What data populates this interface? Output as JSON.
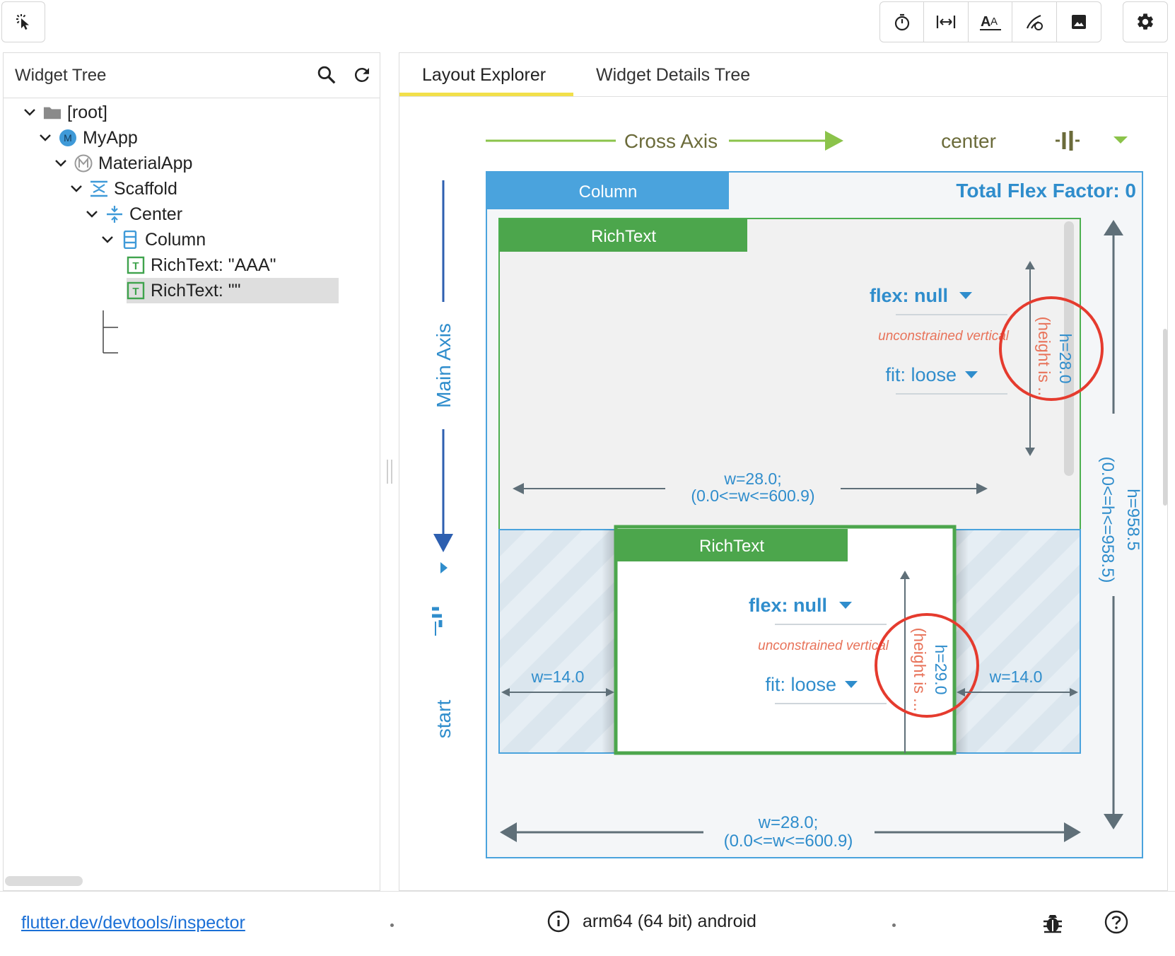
{
  "toolbar": {
    "select_icon": "select-widget-icon",
    "tools": [
      "timer-icon",
      "horizontal-arrows-icon",
      "text-size-icon",
      "repaint-icon",
      "image-icon"
    ],
    "settings_icon": "gear-icon"
  },
  "left": {
    "title": "Widget Tree",
    "tree": [
      {
        "label": "[root]",
        "icon": "folder-icon"
      },
      {
        "label": "MyApp",
        "icon": "m-circle-icon"
      },
      {
        "label": "MaterialApp",
        "icon": "material-app-icon"
      },
      {
        "label": "Scaffold",
        "icon": "scaffold-icon"
      },
      {
        "label": "Center",
        "icon": "center-icon"
      },
      {
        "label": "Column",
        "icon": "column-icon"
      },
      {
        "label": "RichText: \"AAA\"",
        "icon": "text-icon"
      },
      {
        "label": "RichText: \"\"",
        "icon": "text-icon"
      }
    ]
  },
  "tabs": {
    "layout": "Layout Explorer",
    "details": "Widget Details Tree"
  },
  "explorer": {
    "cross_axis_label": "Cross Axis",
    "cross_axis_value": "center",
    "main_axis_label": "Main Axis",
    "main_axis_value": "start",
    "column_label": "Column",
    "total_flex": "Total Flex Factor: 0",
    "outer_h_1": "h=958.5",
    "outer_h_2": "(0.0<=h<=958.5)",
    "outer_w_1": "w=28.0;",
    "outer_w_2": "(0.0<=w<=600.9)",
    "child1": {
      "label": "RichText",
      "flex": "flex: null",
      "warning": "unconstrained vertical",
      "fit": "fit: loose",
      "h": "h=28.0",
      "h_note": "(height is ...",
      "w_1": "w=28.0;",
      "w_2": "(0.0<=w<=600.9)"
    },
    "child2": {
      "label": "RichText",
      "flex": "flex: null",
      "warning": "unconstrained vertical",
      "fit": "fit: loose",
      "h": "h=29.0",
      "h_note": "(height is ...",
      "w_left": "w=14.0",
      "w_right": "w=14.0"
    },
    "colors": {
      "blue": "#2f8dcc",
      "green": "#4ca64c",
      "olive": "#6b6b3a",
      "axis_green": "#8bc34a",
      "axis_blue": "#2d5fb0",
      "warn": "#e8735a",
      "gray_arrow": "#5f6f78",
      "highlight_circle": "#e53b2e"
    }
  },
  "footer": {
    "link": "flutter.dev/devtools/inspector",
    "device": "arm64 (64 bit) android"
  }
}
